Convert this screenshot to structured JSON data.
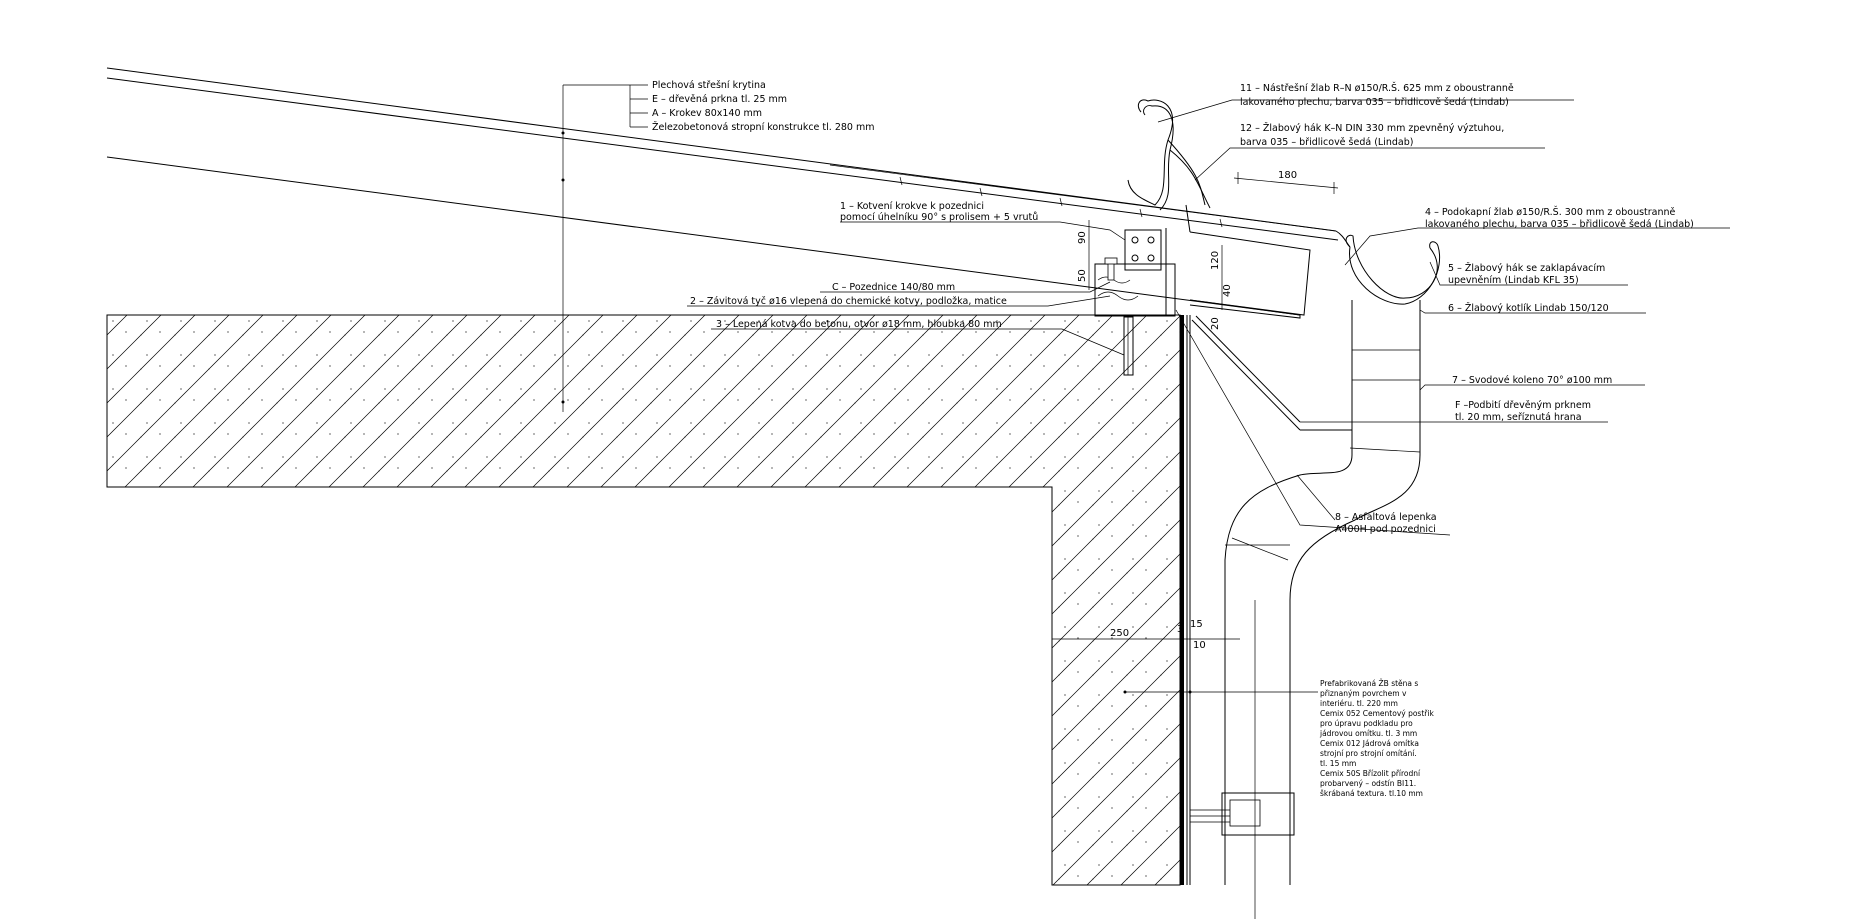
{
  "labels": {
    "roof_layers": [
      "Plechová střešní krytina",
      "E – dřevěná prkna tl. 25 mm",
      "A – Krokev 80x140 mm",
      "Železobetonová stropní konstrukce tl. 280 mm"
    ],
    "item11": [
      "11 – Nástřešní žlab R–N ø150/R.Š. 625 mm z oboustranně",
      "lakovaného plechu, barva 035 – břidlicově šedá (Lindab)"
    ],
    "item12": [
      "12 – Žlabový hák K–N DIN 330 mm zpevněný výztuhou,",
      "barva 035 – břidlicově šedá (Lindab)"
    ],
    "item1": [
      "1 – Kotvení krokve k pozednici",
      "pomocí úhelníku 90° s prolisem + 5 vrutů"
    ],
    "item4": [
      "4 – Podokapní žlab ø150/R.Š. 300 mm z oboustranně",
      "lakovaného plechu, barva 035 – břidlicově šedá (Lindab)"
    ],
    "itemC": "C – Pozednice 140/80 mm",
    "item2": "2 – Závitová tyč ø16 vlepená do chemické kotvy, podložka, matice",
    "item3": "3 – Lepená kotva do betonu, otvor ø18 mm, hloubka 80 mm",
    "item5": [
      "5 – Žlabový hák se zaklapávacím",
      "upevněním (Lindab KFL 35)"
    ],
    "item6": "6 – Žlabový kotlík Lindab 150/120",
    "item7": "7 – Svodové koleno 70° ø100 mm",
    "itemF": [
      "F –Podbití dřevěným prknem",
      "tl. 20 mm, seříznutá hrana"
    ],
    "item8": [
      "8 – Asfaltová lepenka",
      "A400H pod pozednici"
    ],
    "wall_layers": [
      "Prefabrikovaná ŽB stěna s",
      "přiznaným povrchem v",
      "interiéru. tl. 220 mm",
      "Cemix 052 Cementový postřik",
      "pro úpravu podkladu pro",
      "jádrovou omítku. tl. 3 mm",
      "Cemix 012 Jádrová omítka",
      "strojní pro strojní omítání.",
      "tl. 15 mm",
      "Cemix 50S Břízolit přírodní",
      "probarvený – odstín BI11.",
      "škrábaná textura. tl.10 mm"
    ]
  },
  "dimensions": {
    "d180": "180",
    "d90": "90",
    "d50": "50",
    "d120": "120",
    "d40": "40",
    "d20": "20",
    "d250": "250",
    "d3": "3",
    "d15": "15",
    "d10": "10"
  }
}
